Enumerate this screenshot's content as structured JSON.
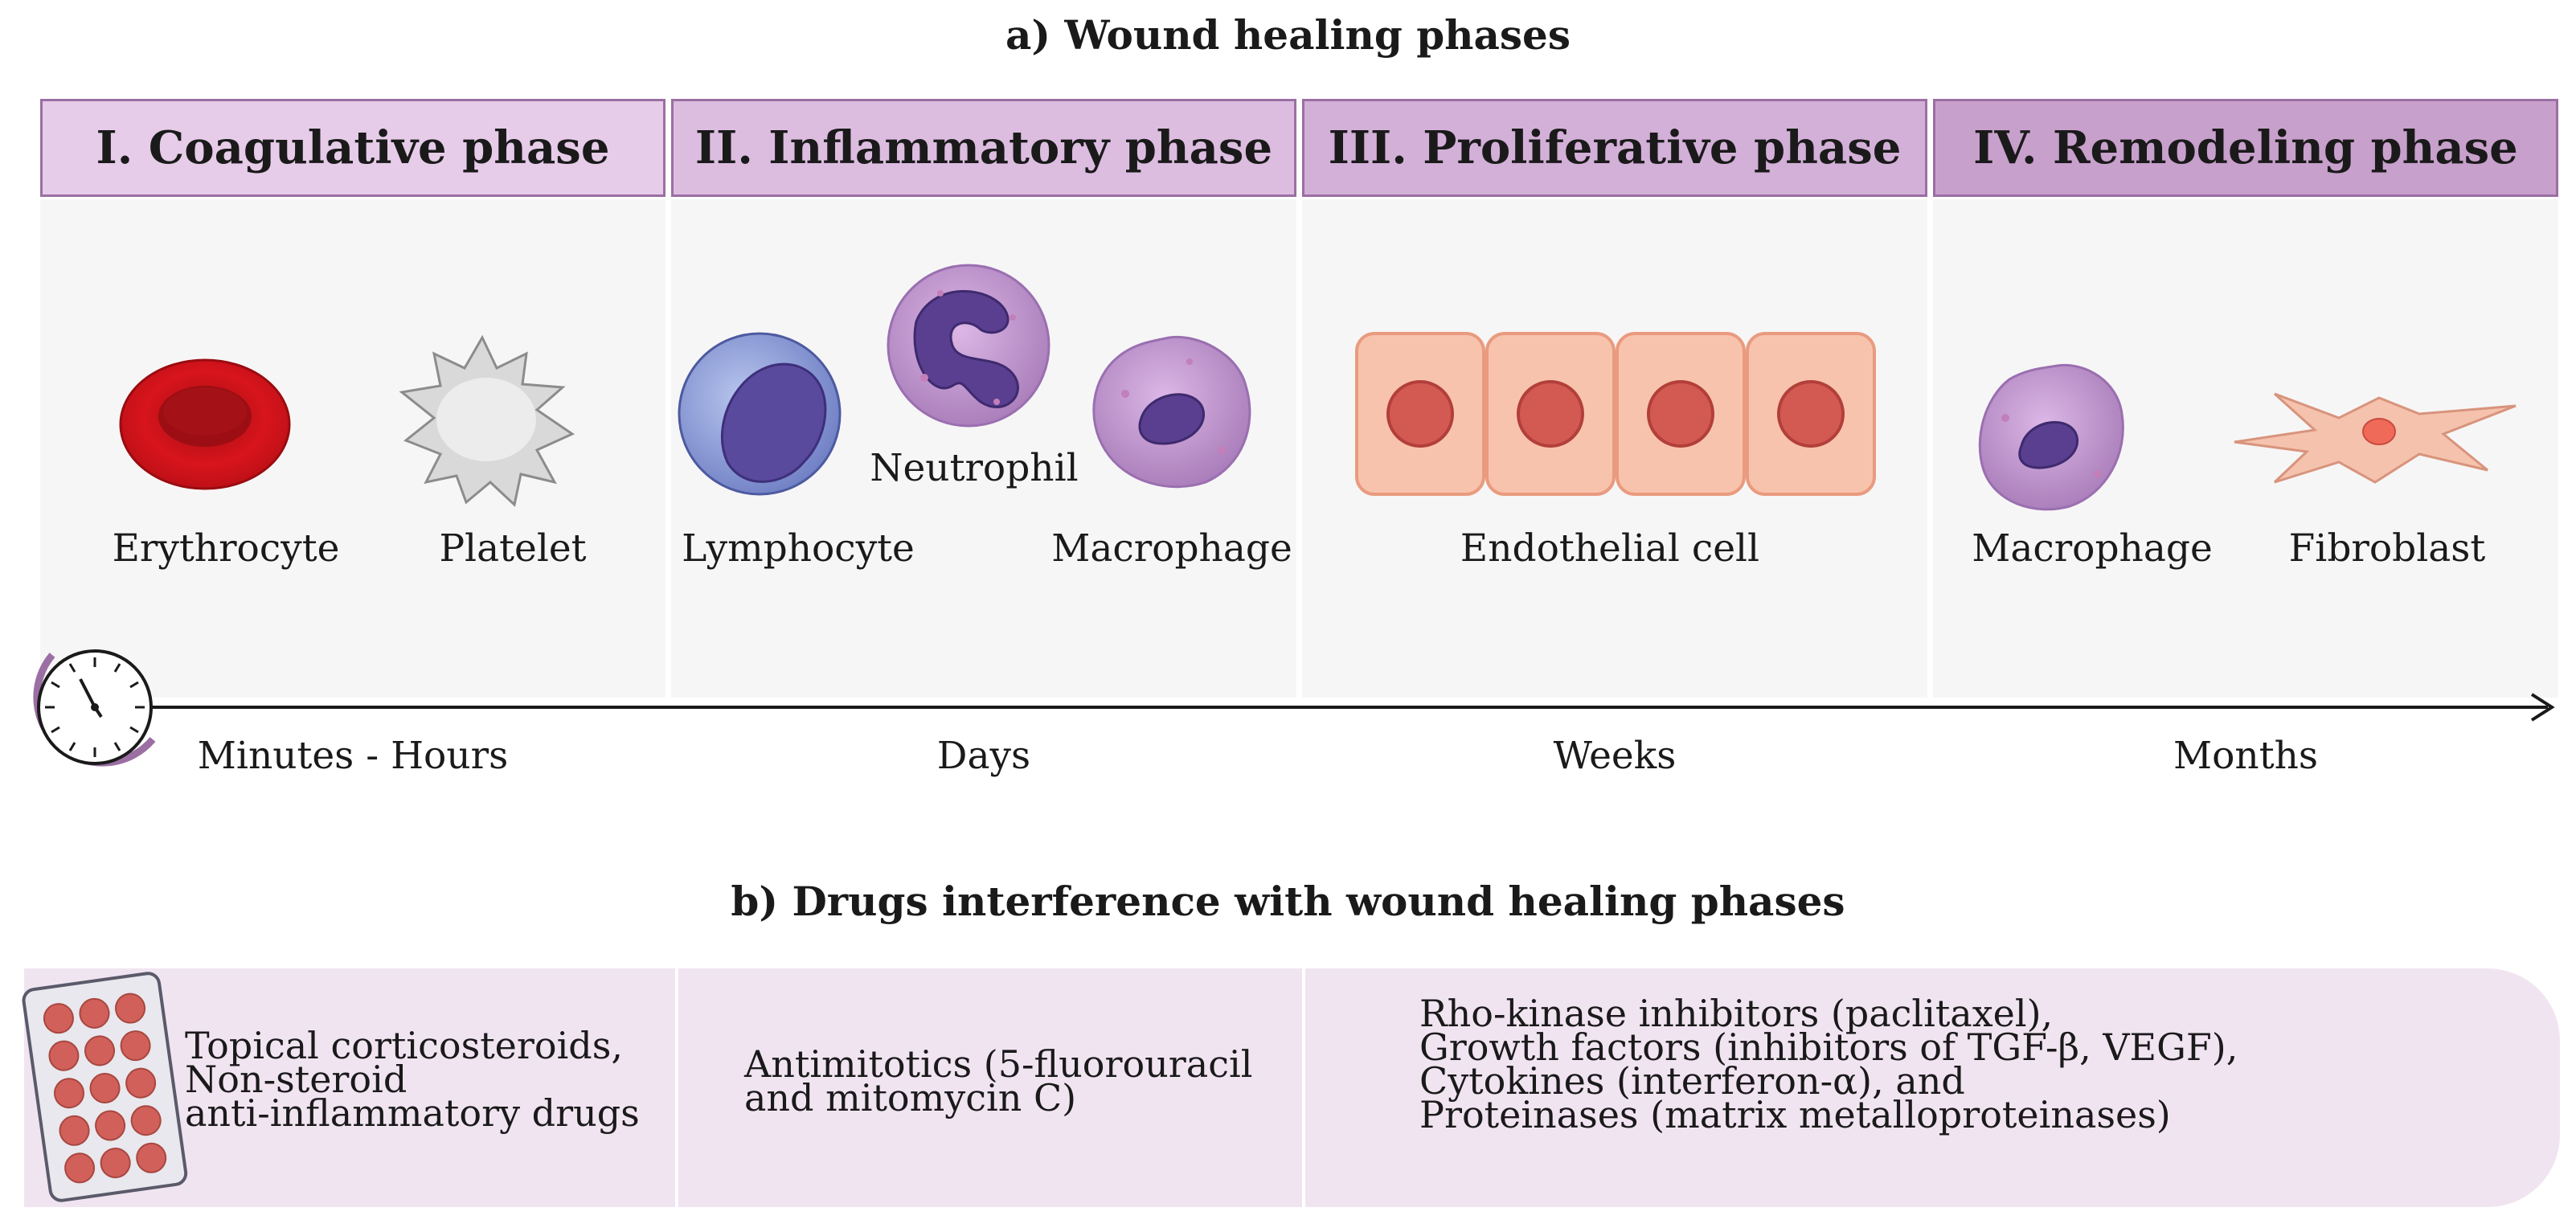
{
  "title_a": "a) Wound healing phases",
  "title_b": "b) Drugs interference with wound healing phases",
  "phases": [
    {
      "label": "I. Coagulative phase",
      "color": "#e6cce8"
    },
    {
      "label": "II. Inflammatory phase",
      "color": "#dcbde0"
    },
    {
      "label": "III. Proliferative phase",
      "color": "#d3b0d8"
    },
    {
      "label": "IV. Remodeling phase",
      "color": "#c8a0cc"
    }
  ],
  "cells": {
    "erythrocyte": "Erythrocyte",
    "platelet": "Platelet",
    "lymphocyte": "Lymphocyte",
    "neutrophil": "Neutrophil",
    "macrophage_inflammatory": "Macrophage",
    "endothelial": "Endothelial cell",
    "macrophage_remodeling": "Macrophage",
    "fibroblast": "Fibroblast"
  },
  "timeline": [
    "Minutes - Hours",
    "Days",
    "Weeks",
    "Months"
  ],
  "drugs": {
    "coagulative": [
      "Topical corticosteroids,",
      "Non-steroid",
      "anti-inflammatory drugs"
    ],
    "inflammatory": [
      "Antimitotics (5-fluorouracil",
      "and mitomycin C)"
    ],
    "proliferative": [
      "Rho-kinase inhibitors (paclitaxel),",
      "Growth factors (inhibitors of TGF-β, VEGF),",
      "Cytokines (interferon-α), and",
      "Proteinases (matrix metalloproteinases)"
    ]
  },
  "colors": {
    "phase_border": "#9b6fa3",
    "drug_band": "#f1e4f1",
    "erythrocyte": "#d8141c",
    "cell_purple": "#b98ac4",
    "nucleus": "#6b4fa0",
    "endothelial": "#f8c3ad",
    "endo_nucleus": "#d35a52",
    "pill": "#d1605a"
  }
}
